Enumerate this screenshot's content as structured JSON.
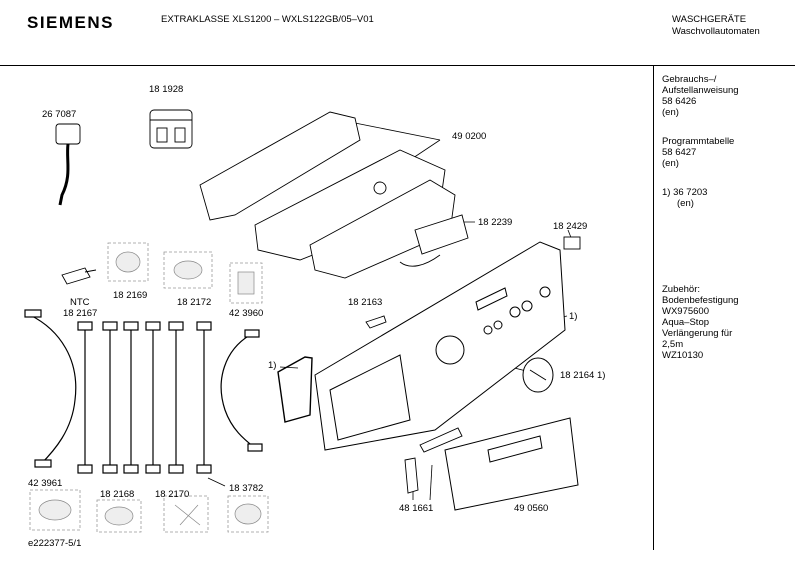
{
  "header": {
    "brand": "SIEMENS",
    "model": "EXTRAKLASSE XLS1200 – WXLS122GB/05–V01",
    "category_line1": "WASCHGERÄTE",
    "category_line2": "Waschvollautomaten"
  },
  "sidebar": {
    "manual_line1": "Gebrauchs–/",
    "manual_line2": "Aufstellanweisung",
    "manual_number": "58 6426",
    "manual_lang": "(en)",
    "program_label": "Programmtabelle",
    "program_number": "58 6427",
    "program_lang": "(en)",
    "footnote_number": "1) 36 7203",
    "footnote_lang": "(en)",
    "accessories_title": "Zubehör:",
    "acc_1_name": "Bodenbefestigung",
    "acc_1_number": "WX975600",
    "acc_2_name_line1": "Aqua–Stop",
    "acc_2_name_line2": "Verlängerung für",
    "acc_2_name_line3": "2,5m",
    "acc_2_number": "WZ10130"
  },
  "parts": {
    "p267087": "26 7087",
    "p181928": "18 1928",
    "p490200": "49 0200",
    "p182239": "18 2239",
    "p182429": "18 2429",
    "ntc": "NTC",
    "p182167": "18 2167",
    "p182169": "18 2169",
    "p182172": "18 2172",
    "p423960": "42 3960",
    "p182163": "18 2163",
    "note1_right": "1)",
    "note1_left": "1)",
    "p182164": "18 2164 1)",
    "p423961": "42 3961",
    "p182168": "18 2168",
    "p182170": "18 2170",
    "p183782": "18 3782",
    "p481661": "48 1661",
    "p490560": "49 0560"
  },
  "footer": {
    "drawing_id": "e222377-5/1"
  }
}
